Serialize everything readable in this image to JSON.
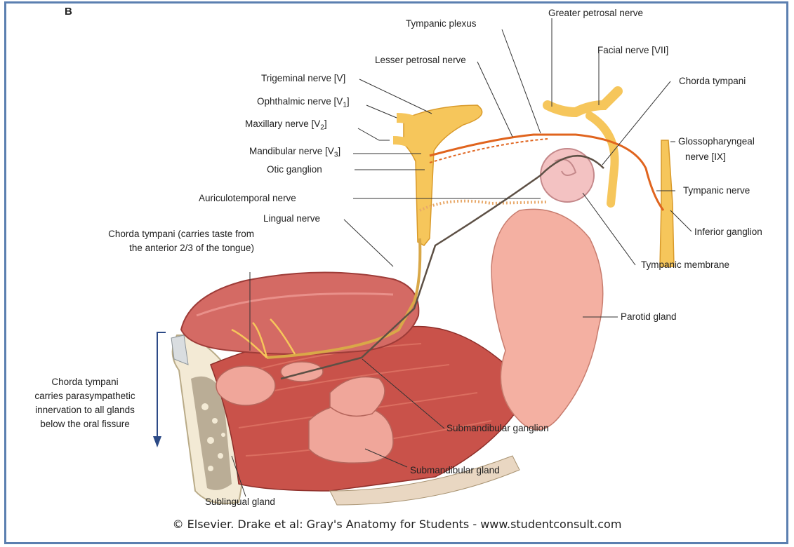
{
  "panel_letter": "B",
  "labels": {
    "tympanic_plexus": "Tympanic plexus",
    "greater_petrosal_nerve": "Greater petrosal nerve",
    "lesser_petrosal_nerve": "Lesser petrosal nerve",
    "facial_nerve": "Facial nerve [VII]",
    "trigeminal_nerve": "Trigeminal nerve [V]",
    "chorda_tympani_top": "Chorda tympani",
    "ophthalmic_nerve": "Ophthalmic nerve [V",
    "ophthalmic_sub": "1",
    "maxillary_nerve": "Maxillary nerve [V",
    "maxillary_sub": "2",
    "glossopharyngeal_line1": "Glossopharyngeal",
    "glossopharyngeal_line2": "nerve [IX]",
    "mandibular_nerve": "Mandibular nerve [V",
    "mandibular_sub": "3",
    "otic_ganglion": "Otic ganglion",
    "tympanic_nerve": "Tympanic nerve",
    "auriculotemporal_nerve": "Auriculotemporal nerve",
    "lingual_nerve": "Lingual nerve",
    "inferior_ganglion": "Inferior ganglion",
    "chorda_taste_line1": "Chorda tympani (carries taste from",
    "chorda_taste_line2": "the anterior 2/3 of the tongue)",
    "tympanic_membrane": "Tympanic membrane",
    "parotid_gland": "Parotid gland",
    "chorda_para_line1": "Chorda tympani",
    "chorda_para_line2": "carries parasympathetic",
    "chorda_para_line3": "innervation to all glands",
    "chorda_para_line4": "below the oral fissure",
    "submandibular_ganglion": "Submandibular ganglion",
    "submandibular_gland": "Submandibular gland",
    "sublingual_gland": "Sublingual gland"
  },
  "credit": "© Elsevier. Drake et al: Gray's Anatomy for Students - www.studentconsult.com",
  "colors": {
    "frame": "#5b7fb0",
    "nerve": "#f6c65b",
    "nerve_outline": "#d99a2a",
    "parasympathetic": "#e0641e",
    "gland": "#f4b0a2",
    "muscle": "#c9524a",
    "arrow": "#2c4a86"
  }
}
